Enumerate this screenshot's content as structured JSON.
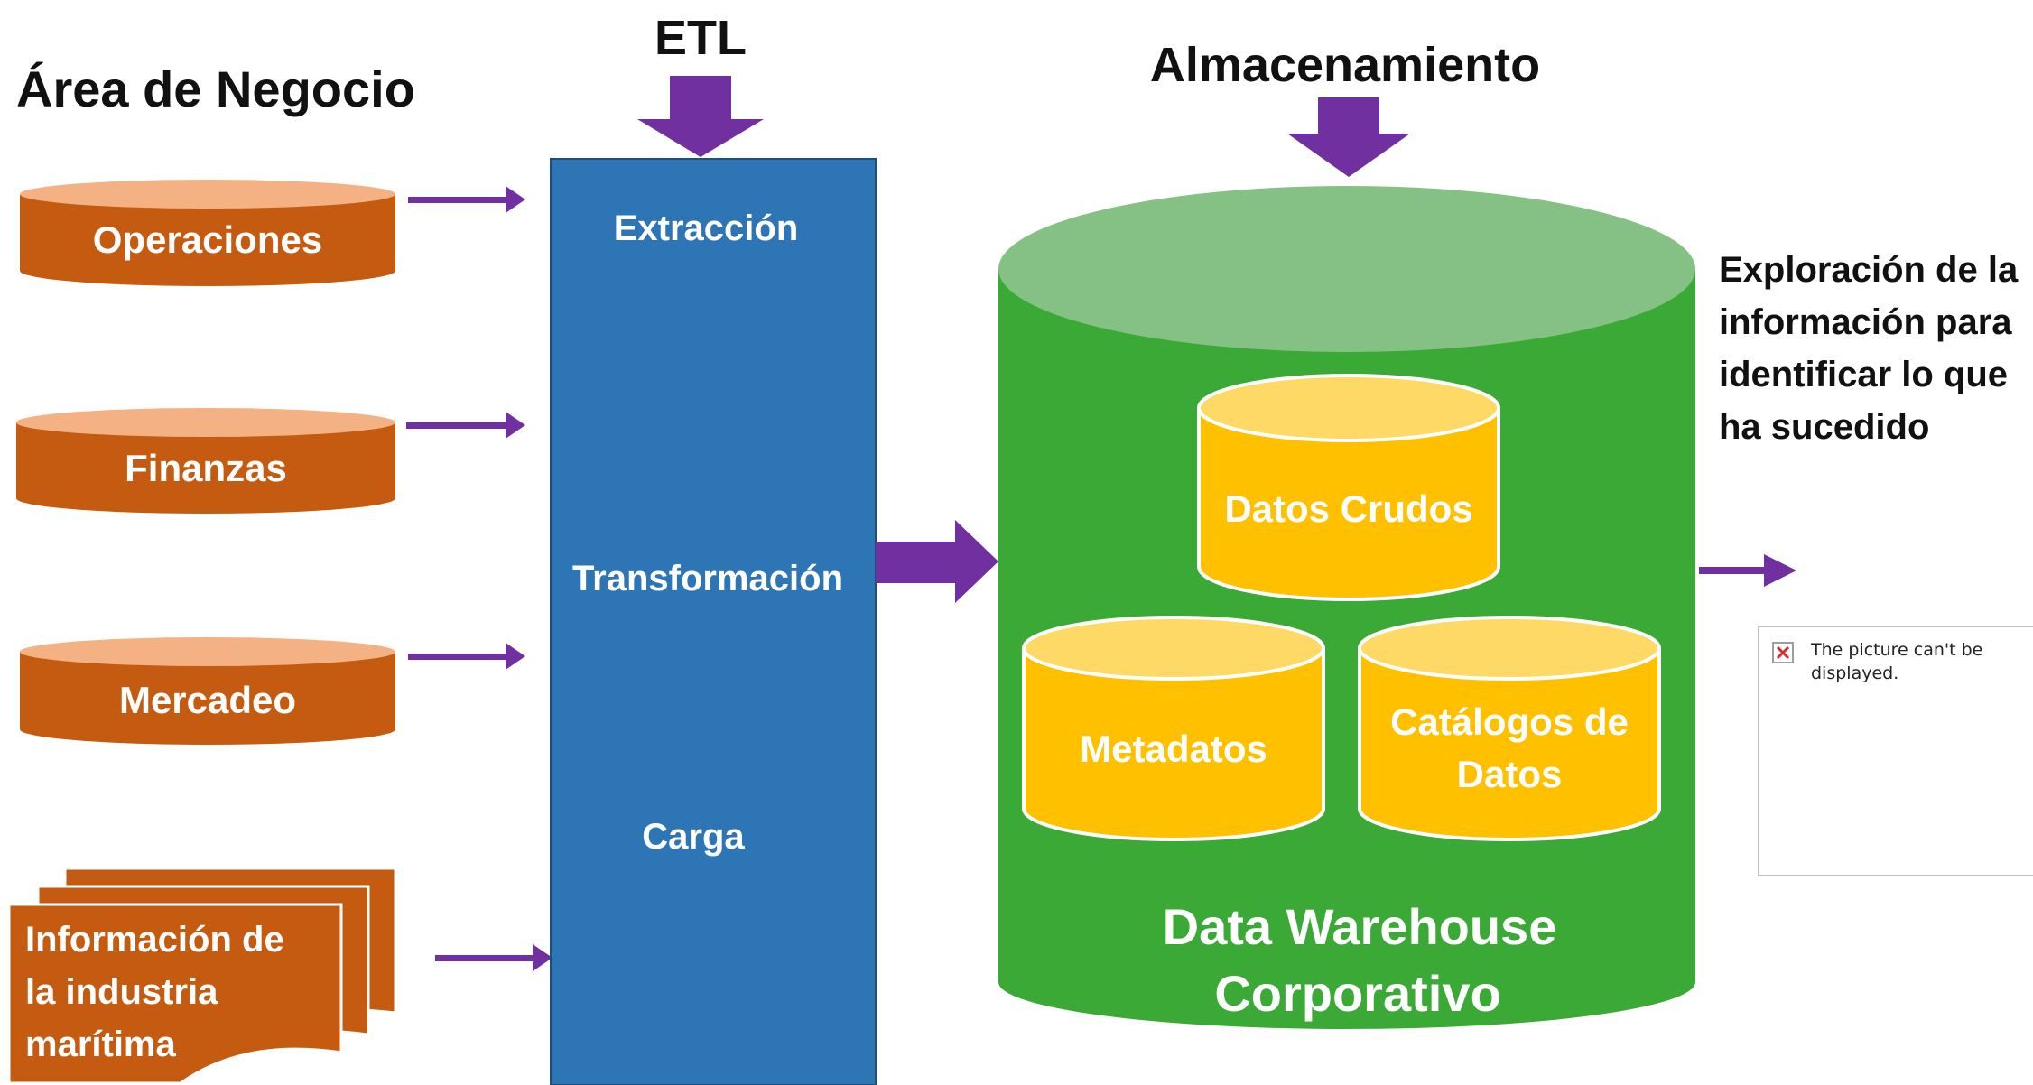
{
  "headings": {
    "area": "Área de Negocio",
    "etl": "ETL",
    "storage": "Almacenamiento"
  },
  "sources": [
    {
      "label": "Operaciones"
    },
    {
      "label": "Finanzas"
    },
    {
      "label": "Mercadeo"
    }
  ],
  "document_source": {
    "lines": [
      "Información de",
      "la industria",
      "marítima"
    ]
  },
  "etl_steps": {
    "extract": "Extracción",
    "transform": "Transformación",
    "load": "Carga"
  },
  "warehouse": {
    "title_lines": [
      "Data Warehouse",
      "Corporativo"
    ],
    "stores": {
      "raw": "Datos Crudos",
      "meta": "Metadatos",
      "catalog_lines": [
        "Catálogos de",
        "Datos"
      ]
    }
  },
  "exploration": {
    "lines": [
      "Exploración de la",
      "información para",
      "identificar lo que",
      "ha sucedido"
    ]
  },
  "missing_picture": {
    "lines": [
      "The picture can't be",
      "displayed."
    ]
  },
  "colors": {
    "source_orange": "#C55A11",
    "etl_blue": "#2E75B6",
    "warehouse_green": "#3AA935",
    "warehouse_top": "#85C185",
    "store_yellow": "#FFC000",
    "store_top": "#FFD966",
    "arrow_purple": "#7030A0"
  }
}
